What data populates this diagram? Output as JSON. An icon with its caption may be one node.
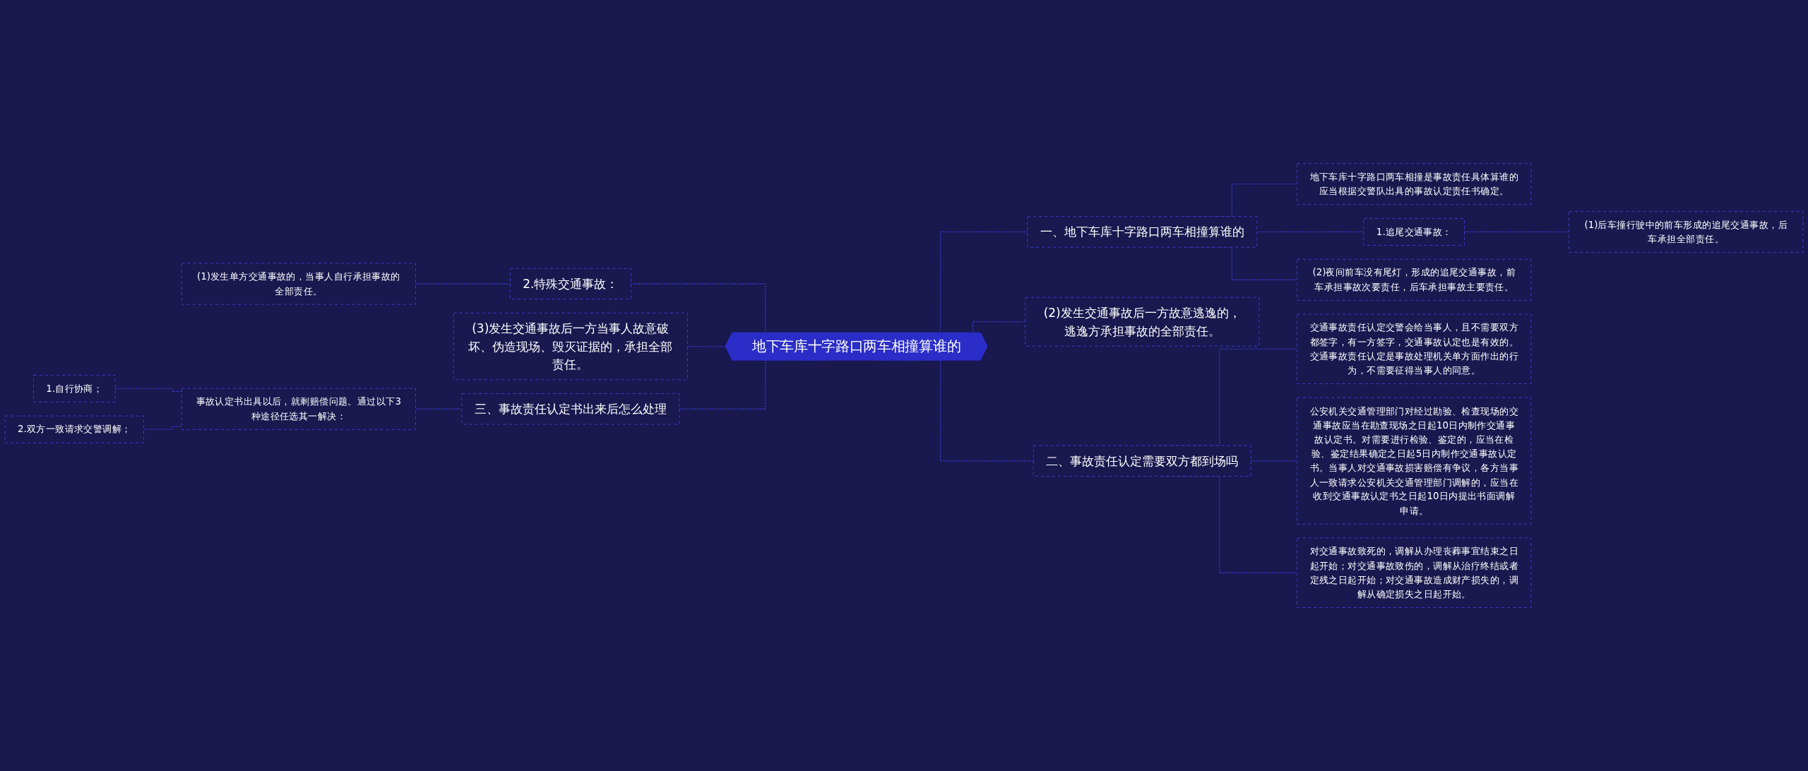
{
  "diagram": {
    "nodes": [
      {
        "text": [
          "地下车库十字路口两车相撞算谁的"
        ]
      },
      {
        "text": [
          "一、地下车库十字路口两车相撞算谁的"
        ]
      },
      {
        "text": [
          "地下车库十字路口两车相撞是事故责任具体算谁的应当根据交警队出具的事故认定责任书确定。"
        ]
      },
      {
        "text": [
          "1.追尾交通事故："
        ]
      },
      {
        "text": [
          "(1)后车撞行驶中的前车形成的追尾交通事故，后车承担全部责任。"
        ]
      },
      {
        "text": [
          "(2)夜间前车没有尾灯，形成的追尾交通事故，前车承担事故次要责任，后车承担事故主要责任。"
        ]
      },
      {
        "text": [
          "(2)发生交通事故后一方故意逃逸的，逃逸方承担事故的全部责任。"
        ]
      },
      {
        "text": [
          "二、事故责任认定需要双方都到场吗"
        ]
      },
      {
        "text": [
          "交通事故责任认定交警会给当事人，且不需要双方都签字，有一方签字，交通事故认定也是有效的。交通事故责任认定是事故处理机关单方面作出的行为，不需要征得当事人的同意。"
        ]
      },
      {
        "text": [
          "公安机关交通管理部门对经过勘验、检查现场的交通事故应当在勘查现场之日起10日内制作交通事故认定书。对需要进行检验、鉴定的，应当在检验、鉴定结果确定之日起5日内制作交通事故认定书。当事人对交通事故损害赔偿有争议，各方当事人一致请求公安机关交通管理部门调解的，应当在收到交通事故认定书之日起10日内提出书面调解申请。"
        ]
      },
      {
        "text": [
          "对交通事故致死的，调解从办理丧葬事宜结束之日起开始；对交通事故致伤的，调解从治疗终结或者定残之日起开始；对交通事故造成财产损失的，调解从确定损失之日起开始。"
        ]
      },
      {
        "text": [
          "2.特殊交通事故："
        ]
      },
      {
        "text": [
          "(1)发生单方交通事故的，当事人自行承担事故的全部责任。"
        ]
      },
      {
        "text": [
          "(3)发生交通事故后一方当事人故意破坏、伪造现场、毁灭证据的，承担全部责任。"
        ]
      },
      {
        "text": [
          "三、事故责任认定书出来后怎么处理"
        ]
      },
      {
        "text": [
          "事故认定书出具以后，就剩赔偿问题。通过以下3种途径任选其一解决："
        ]
      },
      {
        "text": [
          "1.自行协商；"
        ]
      },
      {
        "text": [
          "2.双方一致请求交警调解；"
        ]
      }
    ],
    "edges": [
      {
        "from": 0,
        "to": 1,
        "arrow": "none",
        "style": "dashed"
      },
      {
        "from": 1,
        "to": 2,
        "arrow": "none",
        "style": "dashed"
      },
      {
        "from": 1,
        "to": 3,
        "arrow": "none",
        "style": "dashed"
      },
      {
        "from": 3,
        "to": 4,
        "arrow": "none",
        "style": "dashed"
      },
      {
        "from": 1,
        "to": 5,
        "arrow": "none",
        "style": "dashed"
      },
      {
        "from": 0,
        "to": 6,
        "arrow": "none",
        "style": "dashed"
      },
      {
        "from": 0,
        "to": 7,
        "arrow": "none",
        "style": "dashed"
      },
      {
        "from": 7,
        "to": 8,
        "arrow": "none",
        "style": "dashed"
      },
      {
        "from": 7,
        "to": 9,
        "arrow": "none",
        "style": "dashed"
      },
      {
        "from": 7,
        "to": 10,
        "arrow": "none",
        "style": "dashed"
      },
      {
        "from": 0,
        "to": 11,
        "arrow": "none",
        "style": "dashed"
      },
      {
        "from": 11,
        "to": 12,
        "arrow": "none",
        "style": "dashed"
      },
      {
        "from": 0,
        "to": 13,
        "arrow": "none",
        "style": "dashed"
      },
      {
        "from": 0,
        "to": 14,
        "arrow": "none",
        "style": "dashed"
      },
      {
        "from": 14,
        "to": 15,
        "arrow": "none",
        "style": "dashed"
      },
      {
        "from": 15,
        "to": 16,
        "arrow": "none",
        "style": "dashed"
      },
      {
        "from": 15,
        "to": 17,
        "arrow": "none",
        "style": "dashed"
      }
    ]
  }
}
